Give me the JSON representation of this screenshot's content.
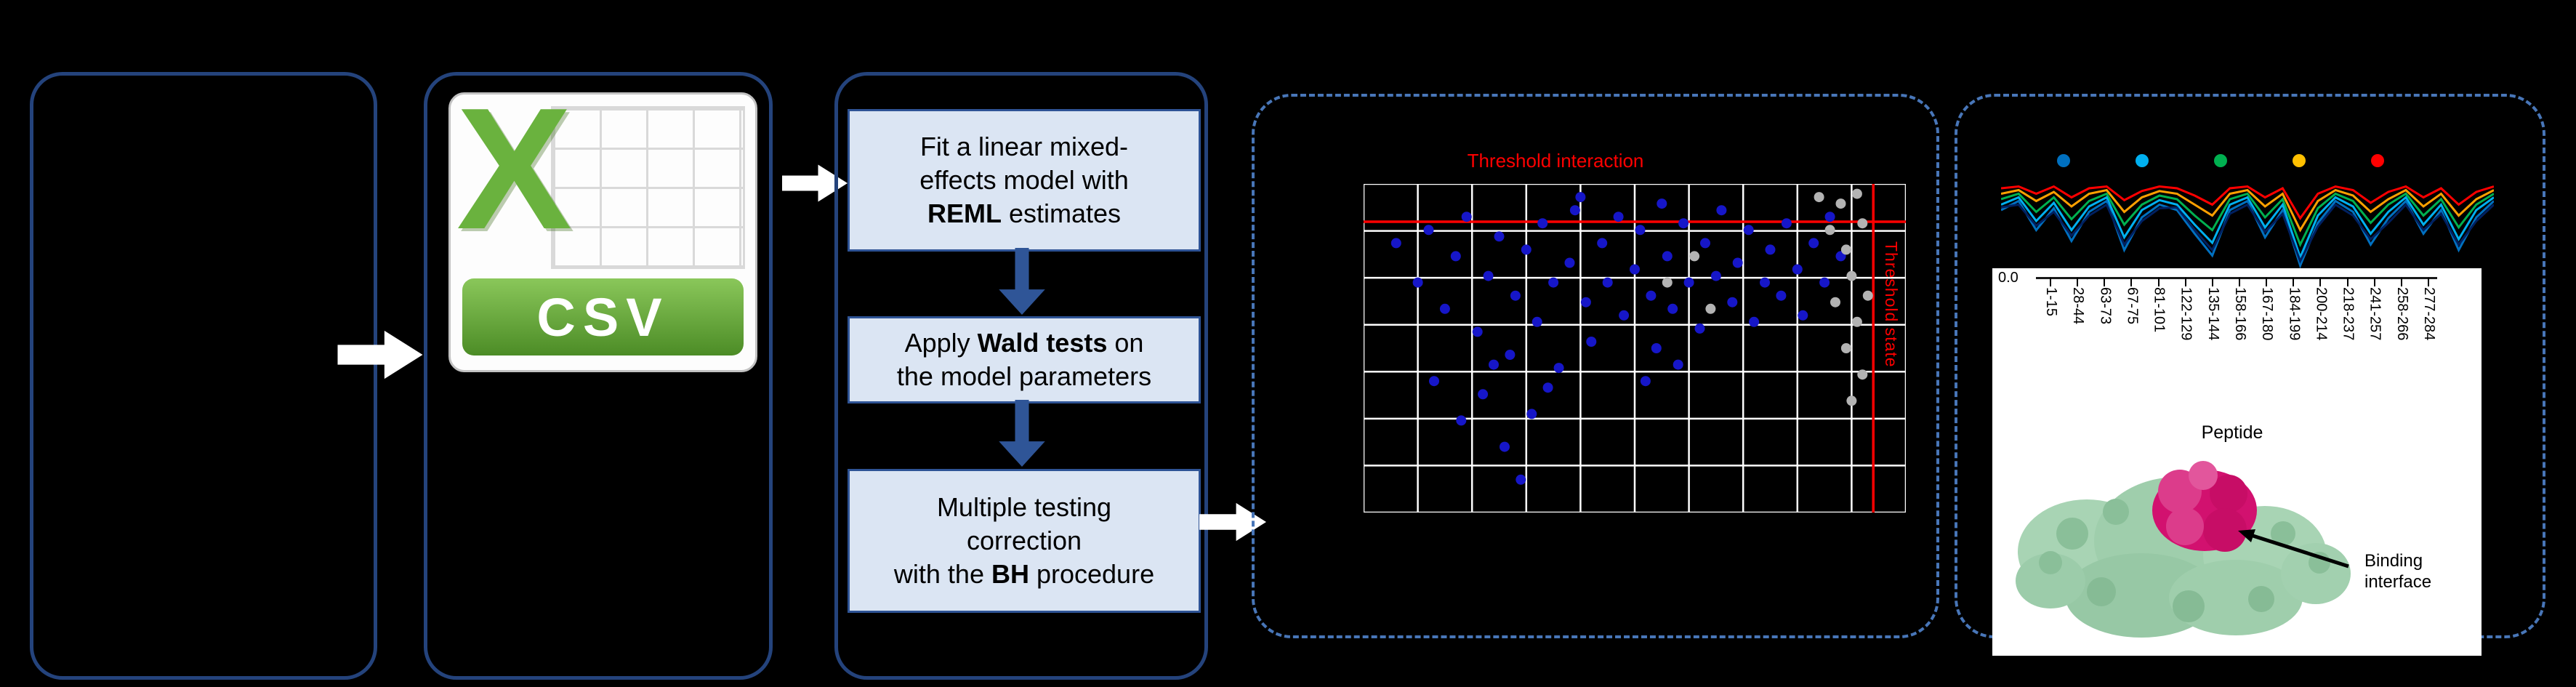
{
  "figure": {
    "background": "#000000",
    "solid_border_color": "#24437c",
    "dashed_border_color": "#4876b8",
    "flow_arrow_color": "#ffffff",
    "process_arrow_color": "#2f5597"
  },
  "csv_icon": {
    "letter": "X",
    "banner_label": "CSV",
    "green": "#6ab23e"
  },
  "method": {
    "step1": {
      "pre": "Fit a linear mixed-\neffects model with\n",
      "bold": "REML",
      "post": " estimates"
    },
    "step2": {
      "pre": "Apply ",
      "bold": "Wald tests",
      "post": " on\nthe model parameters"
    },
    "step3": {
      "pre": "Multiple testing\ncorrection\nwith the ",
      "bold": "BH",
      "post": " procedure"
    }
  },
  "protein": {
    "binding_label": "Binding interface",
    "surface_color": "#9fceac",
    "interface_color": "#d2116f"
  },
  "chart_data": [
    {
      "type": "scatter",
      "horizontal_threshold_label": "Threshold interaction",
      "vertical_threshold_label": "Threshold state",
      "grid": true,
      "axes": {
        "x_range": [
          0,
          1
        ],
        "y_range": [
          0,
          1
        ],
        "tick_labels_visible": false
      },
      "thresholds": {
        "horizontal_y": 0.115,
        "vertical_x": 0.94
      },
      "series": [
        {
          "name": "significant-peptides",
          "color": "#1616c8",
          "points": [
            [
              0.06,
              0.18
            ],
            [
              0.1,
              0.3
            ],
            [
              0.12,
              0.14
            ],
            [
              0.15,
              0.38
            ],
            [
              0.17,
              0.22
            ],
            [
              0.19,
              0.1
            ],
            [
              0.21,
              0.45
            ],
            [
              0.23,
              0.28
            ],
            [
              0.25,
              0.16
            ],
            [
              0.27,
              0.52
            ],
            [
              0.28,
              0.34
            ],
            [
              0.3,
              0.2
            ],
            [
              0.32,
              0.42
            ],
            [
              0.33,
              0.12
            ],
            [
              0.35,
              0.3
            ],
            [
              0.36,
              0.56
            ],
            [
              0.38,
              0.24
            ],
            [
              0.39,
              0.08
            ],
            [
              0.41,
              0.36
            ],
            [
              0.42,
              0.48
            ],
            [
              0.44,
              0.18
            ],
            [
              0.45,
              0.3
            ],
            [
              0.47,
              0.1
            ],
            [
              0.48,
              0.4
            ],
            [
              0.5,
              0.26
            ],
            [
              0.51,
              0.14
            ],
            [
              0.53,
              0.34
            ],
            [
              0.54,
              0.5
            ],
            [
              0.56,
              0.22
            ],
            [
              0.57,
              0.38
            ],
            [
              0.59,
              0.12
            ],
            [
              0.6,
              0.3
            ],
            [
              0.62,
              0.44
            ],
            [
              0.63,
              0.18
            ],
            [
              0.65,
              0.28
            ],
            [
              0.66,
              0.08
            ],
            [
              0.68,
              0.36
            ],
            [
              0.69,
              0.24
            ],
            [
              0.71,
              0.14
            ],
            [
              0.72,
              0.42
            ],
            [
              0.74,
              0.3
            ],
            [
              0.75,
              0.2
            ],
            [
              0.77,
              0.34
            ],
            [
              0.78,
              0.12
            ],
            [
              0.8,
              0.26
            ],
            [
              0.81,
              0.4
            ],
            [
              0.83,
              0.18
            ],
            [
              0.85,
              0.3
            ],
            [
              0.86,
              0.1
            ],
            [
              0.88,
              0.22
            ],
            [
              0.13,
              0.6
            ],
            [
              0.18,
              0.72
            ],
            [
              0.22,
              0.64
            ],
            [
              0.26,
              0.8
            ],
            [
              0.29,
              0.9
            ],
            [
              0.31,
              0.7
            ],
            [
              0.34,
              0.62
            ],
            [
              0.24,
              0.55
            ],
            [
              0.52,
              0.6
            ],
            [
              0.58,
              0.55
            ],
            [
              0.4,
              0.04
            ],
            [
              0.55,
              0.06
            ]
          ]
        },
        {
          "name": "non-significant-peptides",
          "color": "#b3b3b3",
          "points": [
            [
              0.84,
              0.04
            ],
            [
              0.88,
              0.06
            ],
            [
              0.91,
              0.03
            ],
            [
              0.86,
              0.14
            ],
            [
              0.89,
              0.2
            ],
            [
              0.92,
              0.12
            ],
            [
              0.9,
              0.28
            ],
            [
              0.93,
              0.34
            ],
            [
              0.91,
              0.42
            ],
            [
              0.89,
              0.5
            ],
            [
              0.92,
              0.58
            ],
            [
              0.9,
              0.66
            ],
            [
              0.61,
              0.22
            ],
            [
              0.56,
              0.3
            ],
            [
              0.64,
              0.38
            ],
            [
              0.87,
              0.36
            ]
          ]
        }
      ]
    },
    {
      "type": "line",
      "xlabel": "Peptide",
      "y_first_tick": "0.0",
      "x_tick_labels": [
        "1-15",
        "28-44",
        "63-73",
        "67-75",
        "81-101",
        "122-129",
        "135-144",
        "158-166",
        "167-180",
        "184-199",
        "200-214",
        "218-237",
        "241-257",
        "258-266",
        "277-284"
      ],
      "legend_dot_colors": [
        "#0070c0",
        "#00b0f0",
        "#00b050",
        "#ffc000",
        "#ff0000"
      ],
      "series": [
        {
          "name": "condition-red",
          "color": "#ff0000",
          "values": [
            0.12,
            0.1,
            0.18,
            0.1,
            0.22,
            0.12,
            0.1,
            0.25,
            0.15,
            0.1,
            0.12,
            0.2,
            0.3,
            0.12,
            0.1,
            0.22,
            0.12,
            0.45,
            0.18,
            0.1,
            0.14,
            0.28,
            0.16,
            0.1,
            0.22,
            0.12,
            0.3,
            0.16,
            0.1
          ]
        },
        {
          "name": "condition-orange",
          "color": "#ffa000",
          "values": [
            0.18,
            0.14,
            0.26,
            0.16,
            0.32,
            0.18,
            0.14,
            0.38,
            0.22,
            0.15,
            0.18,
            0.3,
            0.42,
            0.18,
            0.14,
            0.32,
            0.18,
            0.58,
            0.26,
            0.14,
            0.2,
            0.38,
            0.24,
            0.14,
            0.32,
            0.18,
            0.42,
            0.24,
            0.14
          ]
        },
        {
          "name": "condition-green",
          "color": "#00b050",
          "values": [
            0.24,
            0.18,
            0.38,
            0.22,
            0.46,
            0.26,
            0.18,
            0.52,
            0.3,
            0.2,
            0.24,
            0.42,
            0.58,
            0.24,
            0.18,
            0.44,
            0.24,
            0.74,
            0.34,
            0.18,
            0.26,
            0.5,
            0.3,
            0.18,
            0.42,
            0.24,
            0.55,
            0.3,
            0.18
          ]
        },
        {
          "name": "condition-cyan",
          "color": "#00b0f0",
          "values": [
            0.3,
            0.22,
            0.48,
            0.28,
            0.58,
            0.32,
            0.22,
            0.66,
            0.36,
            0.25,
            0.3,
            0.52,
            0.72,
            0.3,
            0.22,
            0.55,
            0.3,
            0.88,
            0.42,
            0.22,
            0.32,
            0.62,
            0.38,
            0.22,
            0.52,
            0.3,
            0.68,
            0.36,
            0.22
          ]
        },
        {
          "name": "condition-blue",
          "color": "#0070c0",
          "values": [
            0.36,
            0.26,
            0.58,
            0.34,
            0.7,
            0.38,
            0.26,
            0.8,
            0.44,
            0.3,
            0.36,
            0.62,
            0.86,
            0.36,
            0.26,
            0.66,
            0.36,
            0.97,
            0.5,
            0.26,
            0.38,
            0.74,
            0.45,
            0.26,
            0.62,
            0.36,
            0.8,
            0.44,
            0.26
          ]
        },
        {
          "name": "condition-navy",
          "color": "#002060",
          "values": [
            0.33,
            0.3,
            0.53,
            0.38,
            0.64,
            0.42,
            0.3,
            0.74,
            0.48,
            0.34,
            0.33,
            0.58,
            0.8,
            0.4,
            0.3,
            0.6,
            0.4,
            0.92,
            0.54,
            0.3,
            0.42,
            0.68,
            0.5,
            0.3,
            0.58,
            0.4,
            0.74,
            0.48,
            0.3
          ]
        }
      ]
    }
  ]
}
